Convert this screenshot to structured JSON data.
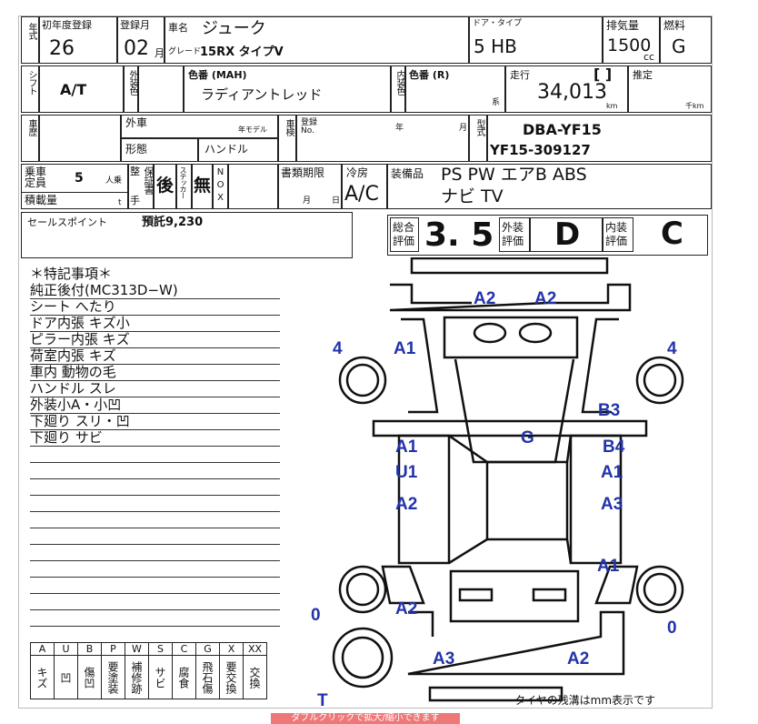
{
  "header": {
    "nenshiki_label": "年式",
    "first_reg_label": "初年度登録",
    "first_reg_year": "26",
    "reg_month_label": "登録月",
    "reg_month": "02",
    "month_unit": "月",
    "car_name_label": "車名",
    "car_name": "ジューク",
    "grade_label": "グレード",
    "grade": "15RX タイプV",
    "door_type_label": "ドア・タイプ",
    "door_type": "5 HB",
    "displacement_label": "排気量",
    "displacement": "1500",
    "cc": "cc",
    "fuel_label": "燃料",
    "fuel": "G"
  },
  "row2": {
    "shift_label": "シフト",
    "shift": "A/T",
    "ext_color_label": "外装色",
    "color_no_label": "色番 (MAH)",
    "color_name": "ラディアントレッド",
    "int_color_label": "内装色",
    "int_color_no_label": "色番 (R)",
    "kei": "系",
    "mileage_label": "走行",
    "mileage_bracket": "[ ]",
    "mileage": "34,013",
    "km": "km",
    "estimate_label": "推定",
    "thousand_km": "千km"
  },
  "row3": {
    "history_label": "車歴",
    "foreign_label": "外車",
    "model_year_label": "年モデル",
    "form_label": "形態",
    "handle_label": "ハンドル",
    "inspection_label": "車検",
    "reg_no_label": "登録 No.",
    "year": "年",
    "month": "月",
    "model_label": "型式",
    "model_code": "DBA-YF15",
    "chassis_no": "YF15-309127"
  },
  "row4": {
    "capacity_label": "乗車定員",
    "capacity": "5",
    "capacity_unit": "人乗",
    "load_label": "積載量",
    "load_unit": "t",
    "warranty_label": "保証書",
    "warranty_prefix": "整",
    "warranty_suffix": "手",
    "warranty": "後",
    "sticker_label": "ステッカー",
    "sticker": "無",
    "nox_label": "NOX",
    "doc_deadline_label": "書類期限",
    "doc_month": "月",
    "doc_day": "日",
    "ac_label": "冷房",
    "ac": "A/C",
    "equipment_label": "装備品",
    "equipment_line1": "PS PW エアB ABS",
    "equipment_line2": "ナビ TV"
  },
  "sales_point": {
    "label": "セールスポイント",
    "value": "預託9,230"
  },
  "scores": {
    "overall_label": "総合評価",
    "overall": "3. 5",
    "exterior_label": "外装評価",
    "exterior": "D",
    "interior_label": "内装評価",
    "interior": "C"
  },
  "notes": {
    "title": "＊特記事項＊",
    "items": [
      "純正後付(MC313D−W)",
      "シート へたり",
      "ドア内張 キズ小",
      "ピラー内張 キズ",
      "荷室内張 キズ",
      "車内 動物の毛",
      "ハンドル スレ",
      "外装小A・小凹",
      "下廻り スリ・凹",
      "下廻り サビ"
    ]
  },
  "legend": {
    "codes": [
      "A",
      "U",
      "B",
      "P",
      "W",
      "S",
      "C",
      "G",
      "X",
      "XX"
    ],
    "meanings": [
      "キズ",
      "凹",
      "傷凹",
      "要塗装",
      "補修跡",
      "サビ",
      "腐食",
      "飛石傷",
      "要交換",
      "交換"
    ]
  },
  "diagram": {
    "marks": [
      "A2",
      "A2",
      "4",
      "A1",
      "4",
      "B3",
      "G",
      "A1",
      "B4",
      "U1",
      "A1",
      "A2",
      "A3",
      "A1",
      "A2",
      "0",
      "0",
      "A3",
      "A2",
      "T"
    ],
    "tire_note": "タイヤの残溝はmm表示です",
    "mark_color": "#2233aa"
  },
  "hint": "ダブルクリックで拡大/縮小できます"
}
